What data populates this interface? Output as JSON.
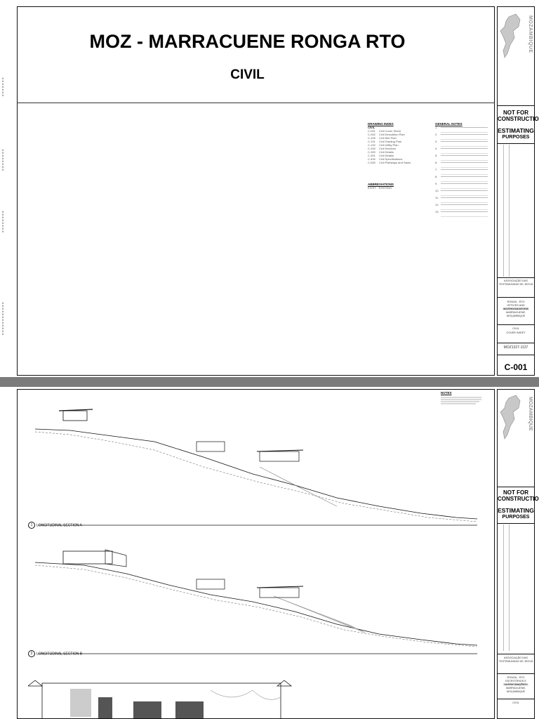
{
  "sheet1": {
    "project_title": "MOZ - MARRACUENE RONGA RTO",
    "discipline": "CIVIL",
    "drawing_index": {
      "heading": "DRAWING INDEX",
      "subheading": "CIVIL",
      "rows": [
        {
          "no": "C-001",
          "name": "Civil Cover Sheet"
        },
        {
          "no": "C-002",
          "name": "Civil Demolition Plan"
        },
        {
          "no": "C-100",
          "name": "Civil Site Plan"
        },
        {
          "no": "C-101",
          "name": "Civil Grading Plan"
        },
        {
          "no": "C-102",
          "name": "Civil Utility Plan"
        },
        {
          "no": "C-200",
          "name": "Civil Sections"
        },
        {
          "no": "C-300",
          "name": "Civil Details"
        },
        {
          "no": "C-301",
          "name": "Civil Details"
        },
        {
          "no": "C-400",
          "name": "Civil Specifications"
        },
        {
          "no": "C-500",
          "name": "Civil Pathways and Stairs"
        }
      ]
    },
    "abbreviations": {
      "heading": "ABBREVIATIONS",
      "rows": [
        {
          "abbr": "EXIST.",
          "meaning": "EXISTING"
        }
      ]
    },
    "general_notes": {
      "heading": "GENERAL NOTES",
      "items": [
        "1.",
        "2.",
        "3.",
        "4.",
        "5.",
        "6.",
        "7.",
        "8.",
        "9.",
        "10.",
        "11.",
        "12.",
        "13."
      ]
    }
  },
  "title_block": {
    "country_label": "MOZAMBIQUE",
    "not_for": "NOT FOR",
    "construction": "CONSTRUCTION",
    "estimating": "ESTIMATING",
    "purposes": "PURPOSES",
    "client_line1": "ASSOCIAÇÃO DAS",
    "client_line2": "TESTEMUNHAS DE JEOVÁ",
    "project_line1": "RONGA - RTO",
    "project_line2": "OFFICES AND ACCOMMODATIONS",
    "project_line3": "BAIRRO MAGENGA",
    "project_line4": "MARRACUENE, MOÇAMBIQUE",
    "discipline": "CIVIL",
    "sheet_name": "COVER SHEET",
    "project_number": "MOZ1327-1137",
    "sheet_number": "C-001",
    "client_line2_b": "TESTEMUNHAS DE JEOVÁ",
    "project_line2_b": "ESCRITÓRIOS E ACOMODAÇÕES",
    "discipline_b": "CIVIL"
  },
  "sheet2": {
    "section_a": {
      "number": "1",
      "title": "LONGITUDINAL SECTION A"
    },
    "section_b": {
      "number": "2",
      "title": "LONGITUDINAL SECTION B"
    },
    "notes_heading": "NOTES"
  }
}
